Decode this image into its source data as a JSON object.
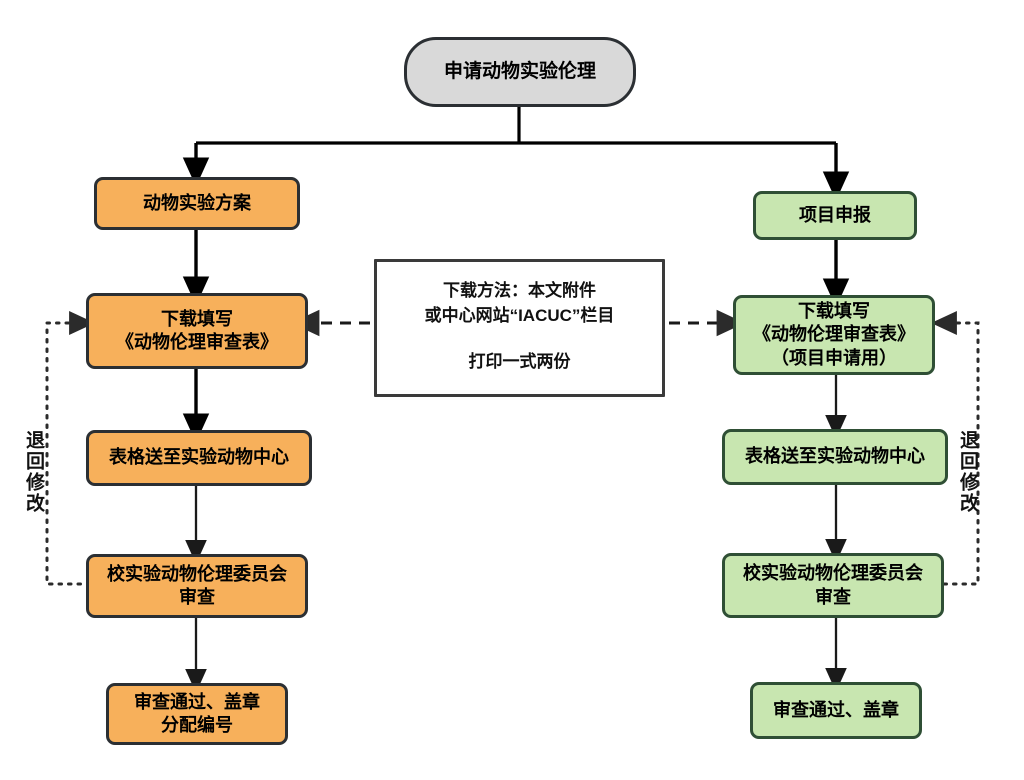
{
  "diagram": {
    "title_node": {
      "label": "申请动物实验伦理",
      "shape": "rounded-pill",
      "fill": "#d9d9d9",
      "stroke": "#2b2f33"
    },
    "left_branch": {
      "accent": "#f7b05b",
      "stroke": "#2b2f33",
      "nodes": [
        {
          "id": "left-plan",
          "label": "动物实验方案"
        },
        {
          "id": "left-download-form",
          "label": "下载填写\n《动物伦理审查表》"
        },
        {
          "id": "left-submit-center",
          "label": "表格送至实验动物中心"
        },
        {
          "id": "left-committee-review",
          "label": "校实验动物伦理委员会\n审查"
        },
        {
          "id": "left-approved",
          "label": "审查通过、盖章\n分配编号"
        }
      ],
      "feedback_label": "退回修改"
    },
    "right_branch": {
      "accent": "#c8e6b0",
      "stroke": "#2f4f35",
      "nodes": [
        {
          "id": "right-project-apply",
          "label": "项目申报"
        },
        {
          "id": "right-download-form",
          "label": "下载填写\n《动物伦理审查表》\n（项目申请用）"
        },
        {
          "id": "right-submit-center",
          "label": "表格送至实验动物中心"
        },
        {
          "id": "right-committee-review",
          "label": "校实验动物伦理委员会\n审查"
        },
        {
          "id": "right-approved",
          "label": "审查通过、盖章"
        }
      ],
      "feedback_label": "退回修改"
    },
    "note": {
      "line1": "下载方法：本文附件\n或中心网站“IACUC”栏目",
      "line2": "打印一式两份",
      "stroke": "#3a3a3a",
      "fill": "#ffffff"
    }
  }
}
